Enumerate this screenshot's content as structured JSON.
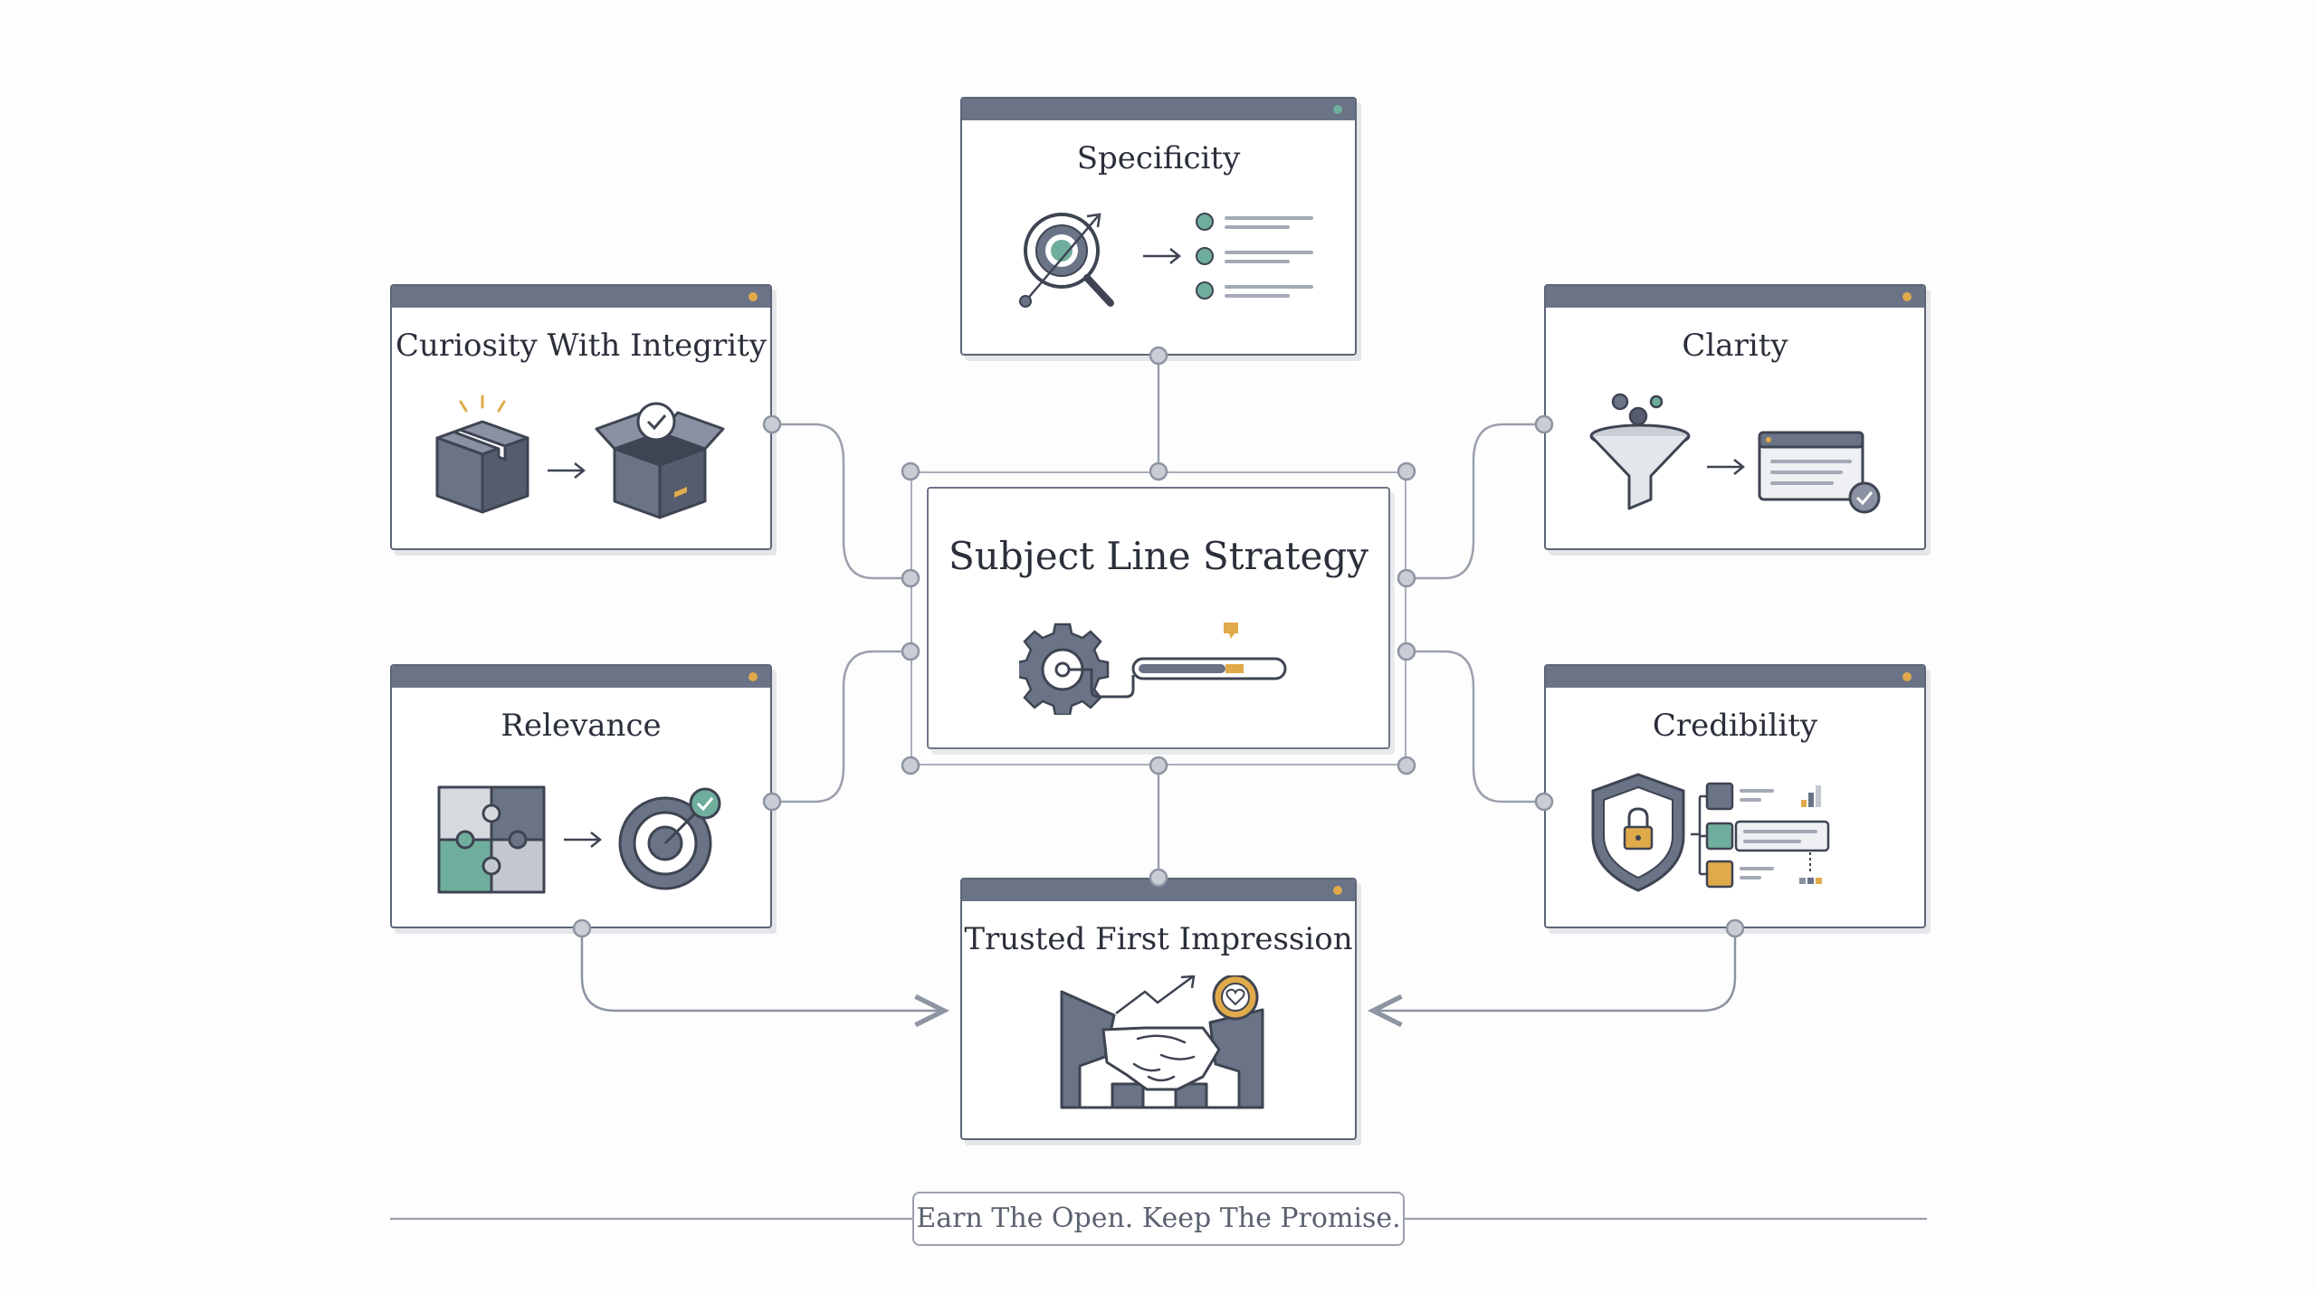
{
  "center": {
    "title": "Subject Line Strategy"
  },
  "cards": {
    "specificity": {
      "title": "Specificity"
    },
    "curiosity": {
      "title": "Curiosity With Integrity"
    },
    "clarity": {
      "title": "Clarity"
    },
    "relevance": {
      "title": "Relevance"
    },
    "credibility": {
      "title": "Credibility"
    },
    "outcome": {
      "title": "Trusted First Impression"
    }
  },
  "tagline": "Earn The Open. Keep The Promise.",
  "colors": {
    "slate": "#6b7387",
    "teal": "#6fae9c",
    "amber": "#e0aa4a",
    "line": "#8d94a2"
  }
}
